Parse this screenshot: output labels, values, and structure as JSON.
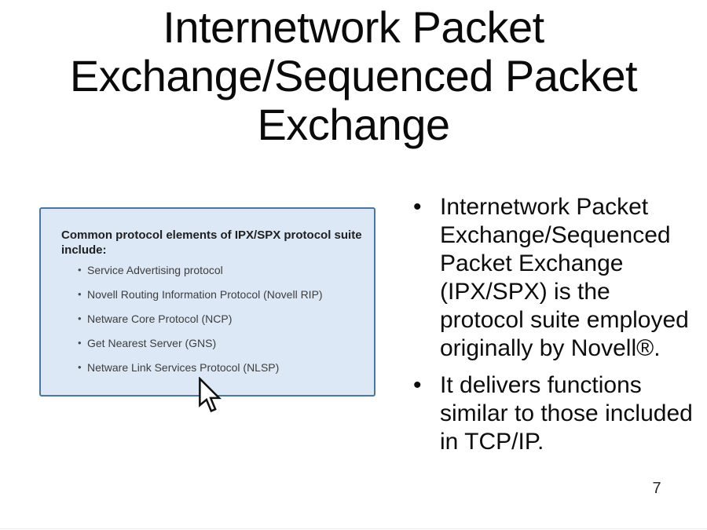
{
  "theme": {
    "box-bg": "#dce8f5",
    "box-border": "#4a76a4",
    "box-heading-text": "#1f1f1f",
    "box-text": "#3d3d3d",
    "text-primary": "#0d0d0d",
    "page-number-color": "#2a2a2a"
  },
  "slide": {
    "title_lines": [
      "Internetwork Packet",
      "Exchange/Sequenced Packet",
      "Exchange"
    ],
    "page_number": "7"
  },
  "screenshot_box": {
    "heading": "Common protocol elements of IPX/SPX protocol suite include:",
    "items": [
      "Service Advertising protocol",
      "Novell Routing Information Protocol (Novell RIP)",
      "Netware Core Protocol (NCP)",
      "Get Nearest Server (GNS)",
      "Netware Link Services Protocol (NLSP)"
    ]
  },
  "content": {
    "bullets": [
      "Internetwork Packet Exchange/Sequenced Packet Exchange (IPX/SPX) is the protocol suite employed originally by Novell®.",
      "It delivers functions similar to those included in TCP/IP."
    ]
  }
}
